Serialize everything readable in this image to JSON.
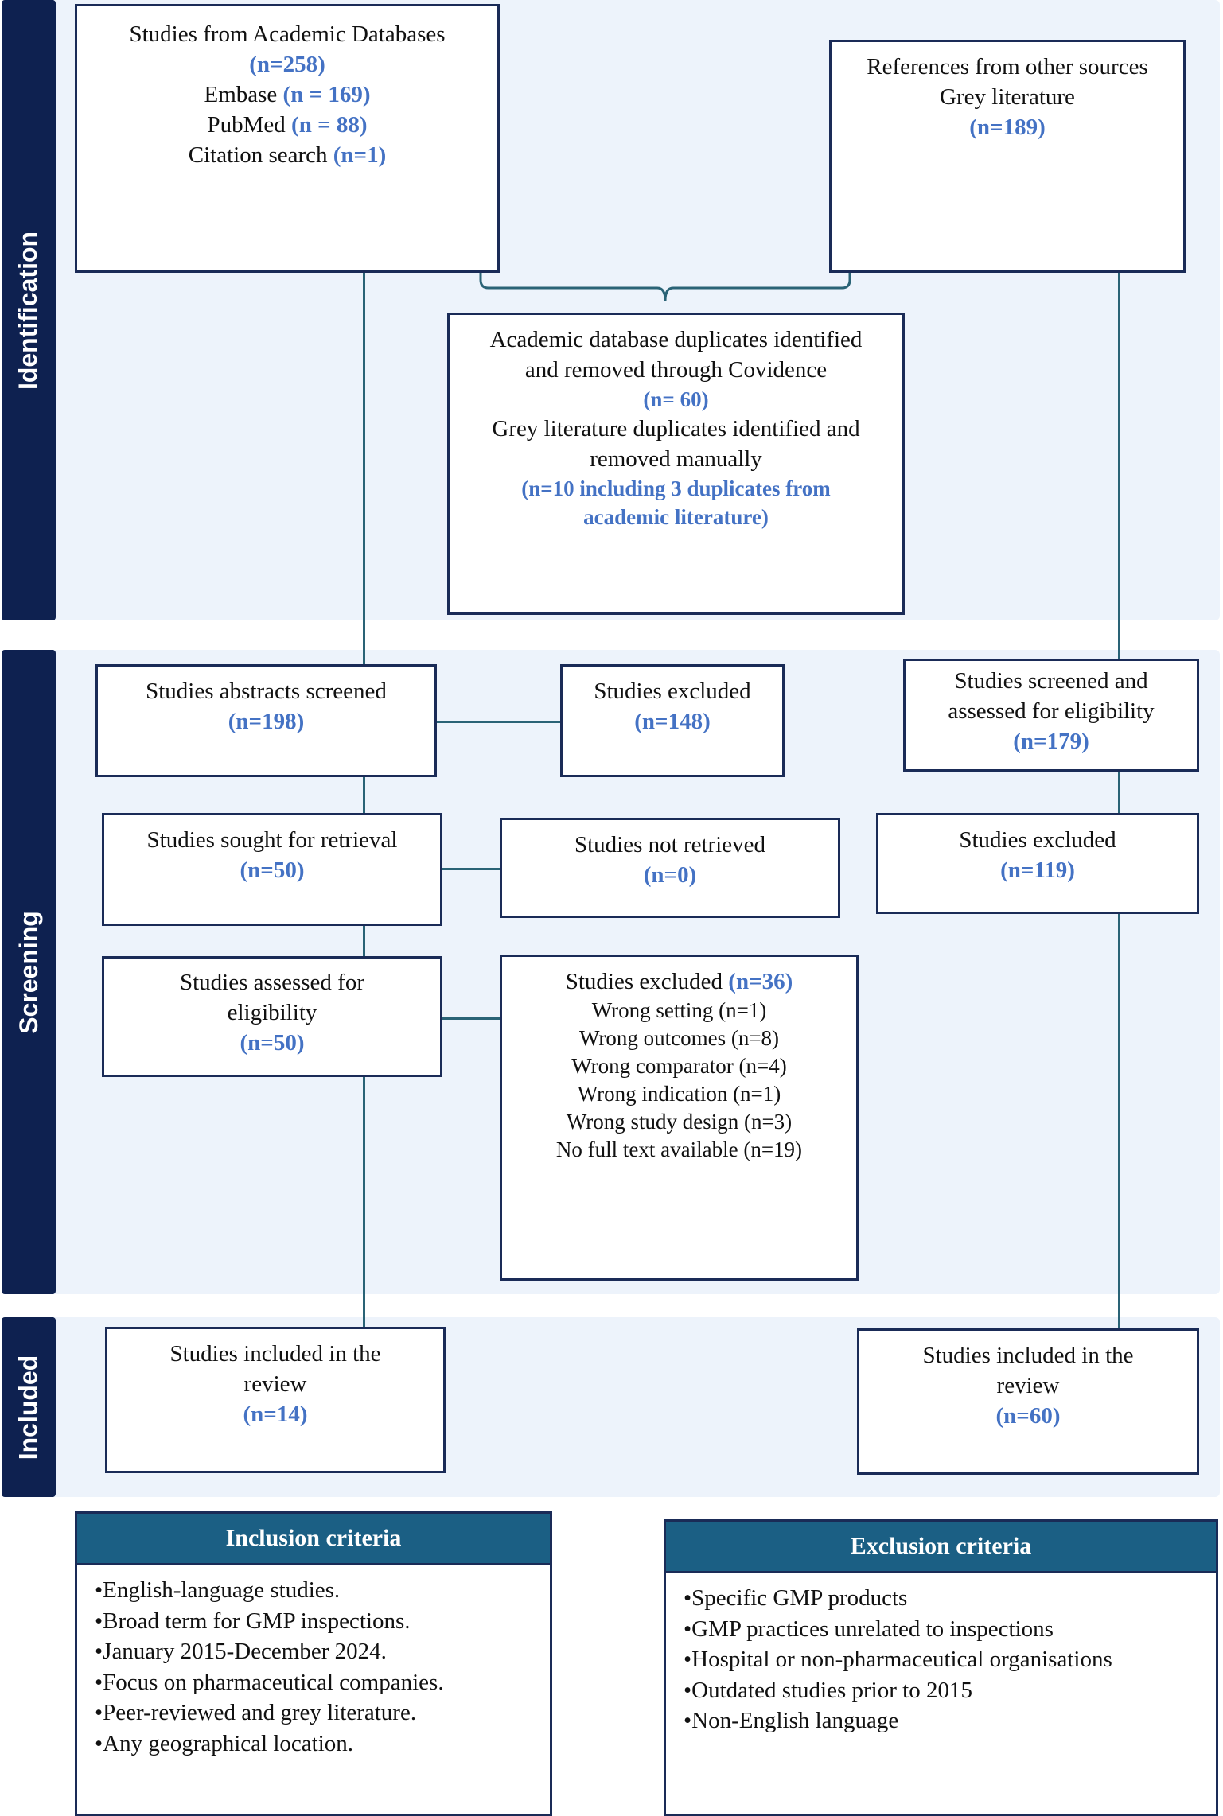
{
  "stages": {
    "identification": "Identification",
    "screening": "Screening",
    "included": "Included"
  },
  "identification": {
    "academic": {
      "title": "Studies from Academic Databases",
      "total": "(n=258)",
      "embase_label": "Embase",
      "embase_n": "(n = 169)",
      "pubmed_label": "PubMed",
      "pubmed_n": "(n = 88)",
      "citation_label": "Citation search",
      "citation_n": "(n=1)"
    },
    "other": {
      "line1": "References from other sources",
      "line2": "Grey literature",
      "n": "(n=189)"
    },
    "duplicates": {
      "line1": "Academic database duplicates identified",
      "line2": "and removed through Covidence",
      "n1": "(n= 60)",
      "line3": "Grey literature duplicates identified and",
      "line4": "removed manually",
      "n2a": "(n=10 including 3 duplicates from",
      "n2b": "academic literature)"
    }
  },
  "screening": {
    "abstracts": {
      "label": "Studies abstracts screened",
      "n": "(n=198)"
    },
    "excluded_abstracts": {
      "label": "Studies excluded",
      "n": "(n=148)"
    },
    "grey_screened": {
      "line1": "Studies screened and",
      "line2": "assessed for eligibility",
      "n": "(n=179)"
    },
    "sought": {
      "label": "Studies sought for retrieval",
      "n": "(n=50)"
    },
    "not_retrieved": {
      "label": "Studies not retrieved",
      "n": "(n=0)"
    },
    "grey_excluded": {
      "label": "Studies excluded",
      "n": "(n=119)"
    },
    "assessed": {
      "line1": "Studies assessed for",
      "line2": "eligibility",
      "n": "(n=50)"
    },
    "excluded_full": {
      "label": "Studies excluded",
      "n": "(n=36)",
      "reasons": [
        "Wrong setting (n=1)",
        "Wrong outcomes (n=8)",
        "Wrong comparator (n=4)",
        "Wrong indication (n=1)",
        "Wrong study design (n=3)",
        "No full text available (n=19)"
      ]
    }
  },
  "included": {
    "academic": {
      "line1": "Studies included in the",
      "line2": "review",
      "n": "(n=14)"
    },
    "grey": {
      "line1": "Studies included in the",
      "line2": "review",
      "n": "(n=60)"
    }
  },
  "inclusion": {
    "title": "Inclusion criteria",
    "items": [
      "•English-language studies.",
      "•Broad term for GMP inspections.",
      "•January 2015-December 2024.",
      "•Focus on pharmaceutical companies.",
      "•Peer-reviewed and grey literature.",
      "•Any geographical location."
    ]
  },
  "exclusion": {
    "title": "Exclusion criteria",
    "items": [
      "•Specific GMP products",
      "•GMP practices unrelated to inspections",
      "•Hospital or non-pharmaceutical organisations",
      "•Outdated studies prior to 2015",
      "•Non-English language"
    ]
  },
  "colors": {
    "stage_tab": "#0e2150",
    "band": "#edf3fb",
    "count_text": "#4472c4",
    "connector": "#2a6376",
    "criteria_header": "#1b5f84"
  }
}
